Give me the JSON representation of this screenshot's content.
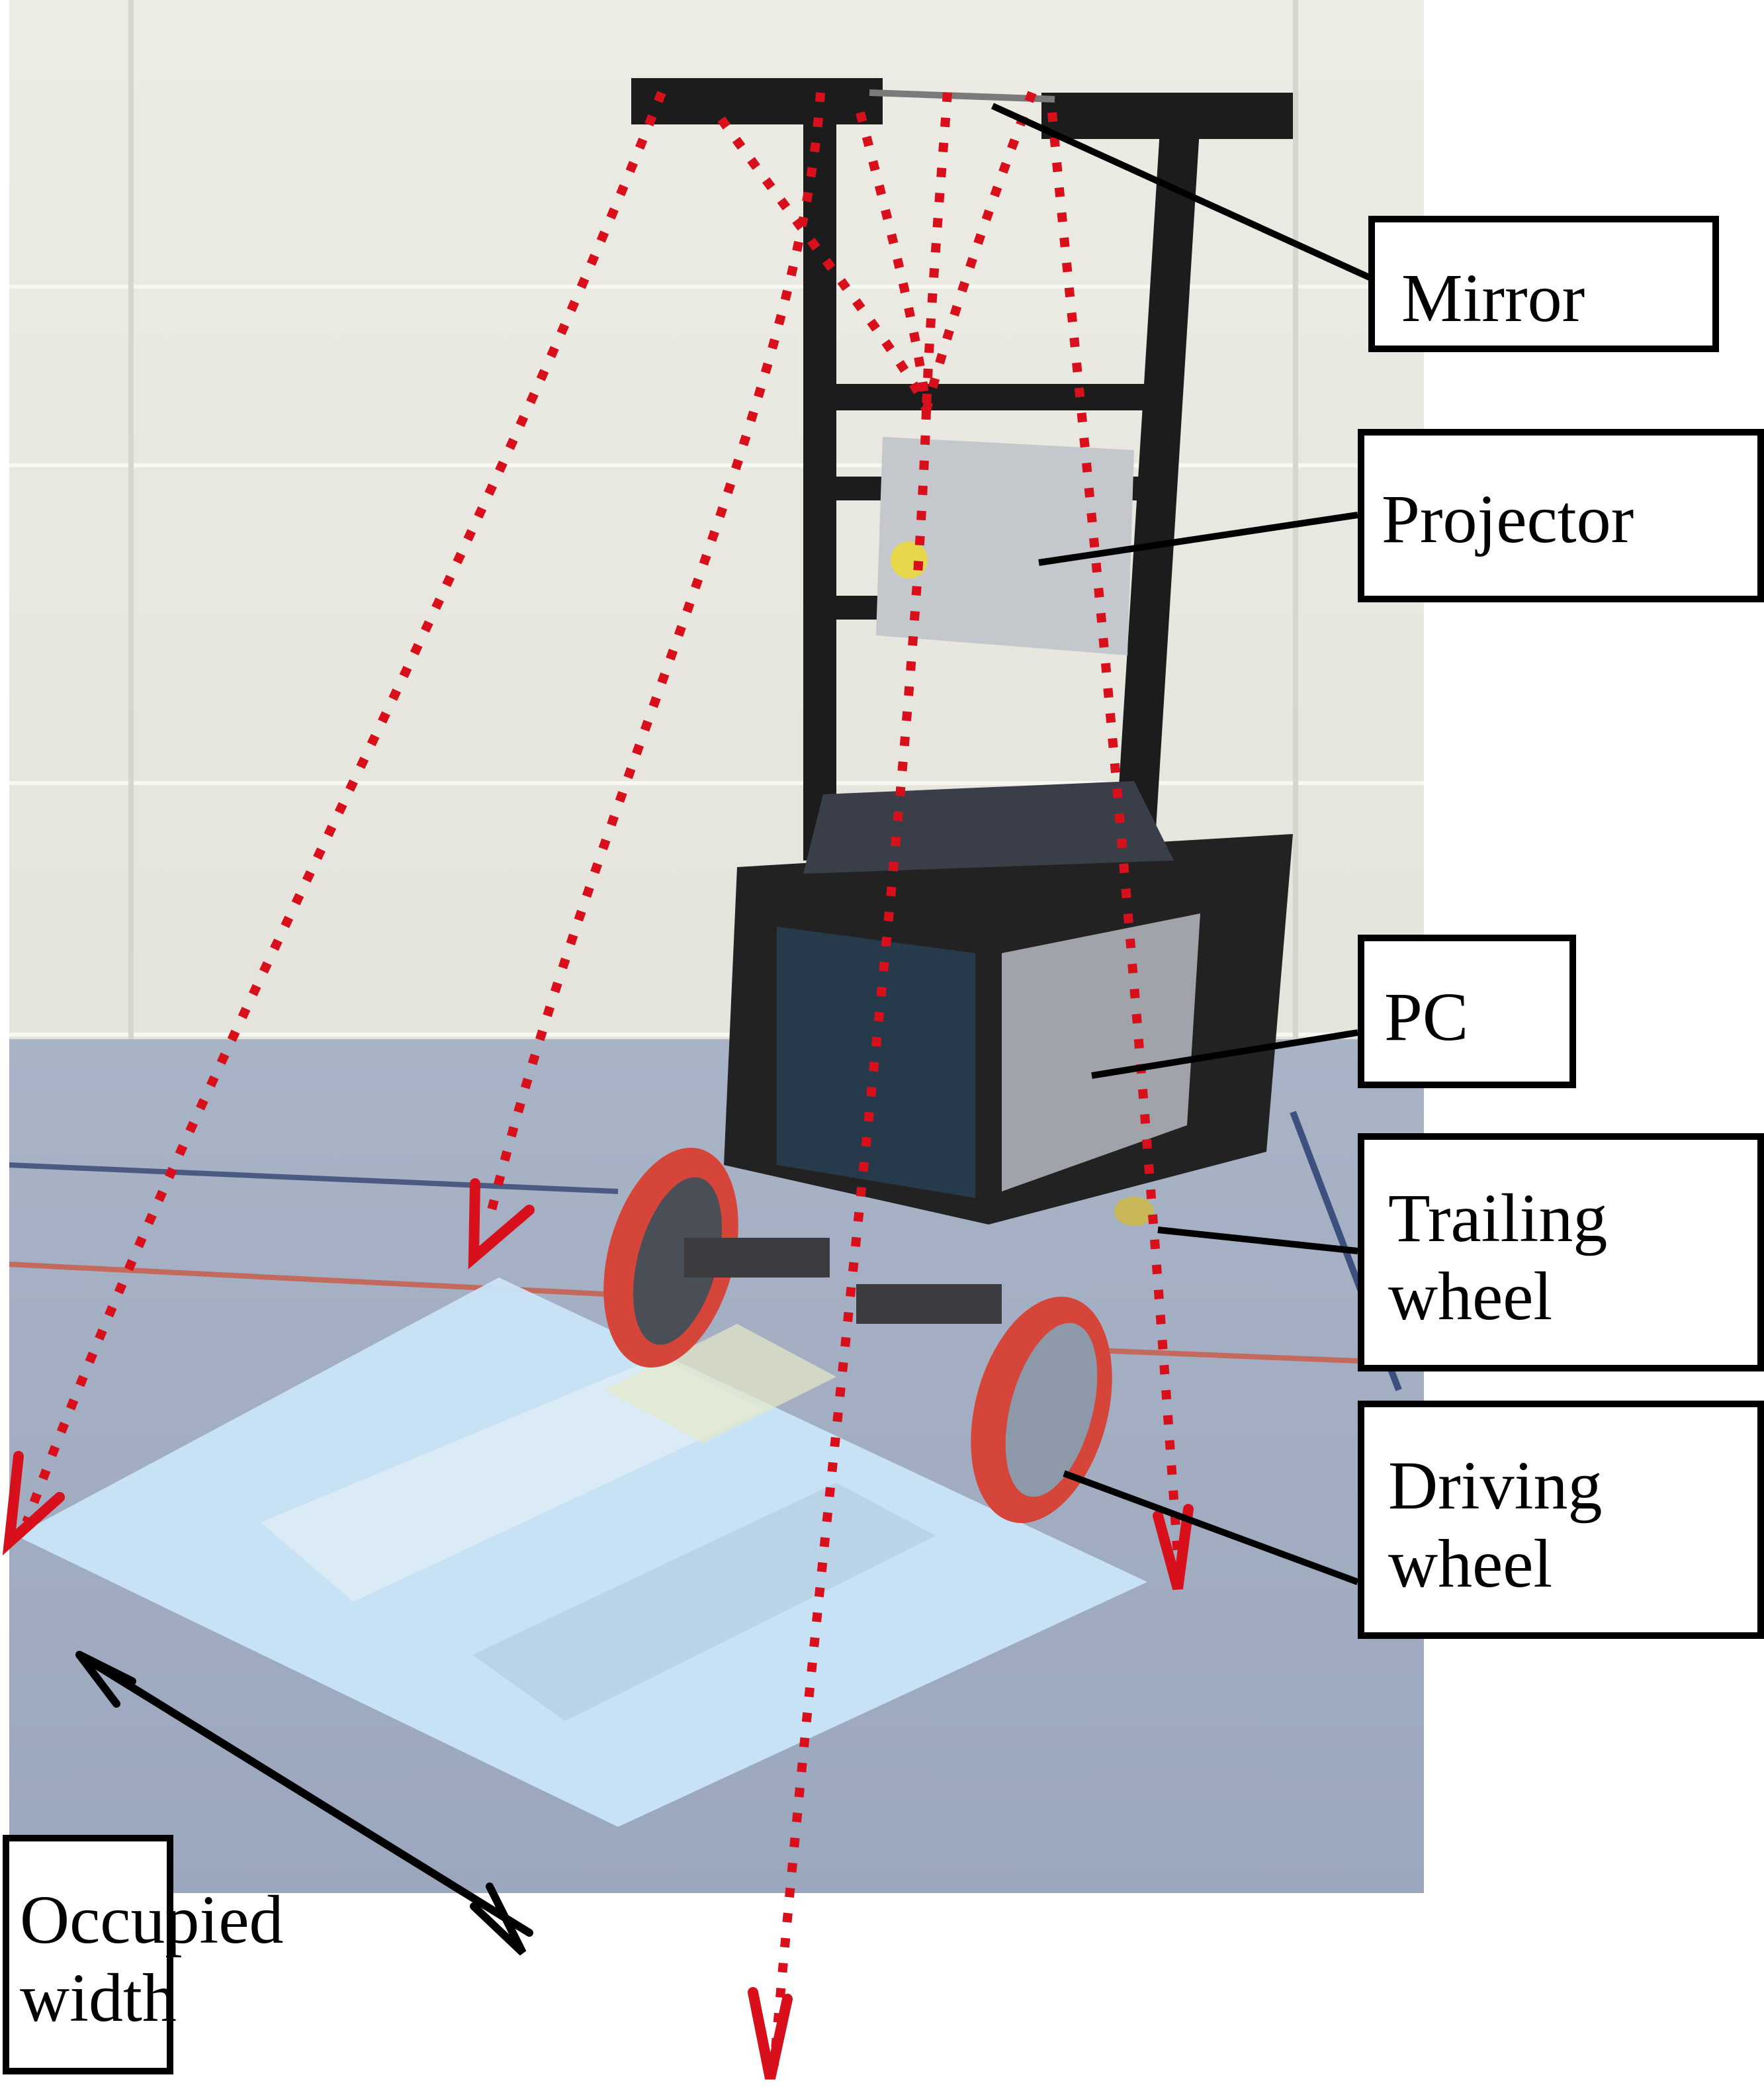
{
  "figure": {
    "subject": "Mobile robot with mirror-reflected floor projector",
    "labels": {
      "mirror": "Mirror",
      "projector": "Projector",
      "pc": "PC",
      "trailing_wheel": [
        "Trailing",
        "wheel"
      ],
      "driving_wheel": [
        "Driving",
        "wheel"
      ],
      "occupied_width": [
        "Occupied",
        "width"
      ]
    },
    "colors": {
      "projection_rays": "#d8101c",
      "leader_lines": "#000000",
      "wall": "#e6e6dc",
      "floor": "#a3aec3",
      "projected_image": "#c9e4f8",
      "wheel_tire": "#d6453a",
      "frame": "#1c1c1c"
    }
  }
}
